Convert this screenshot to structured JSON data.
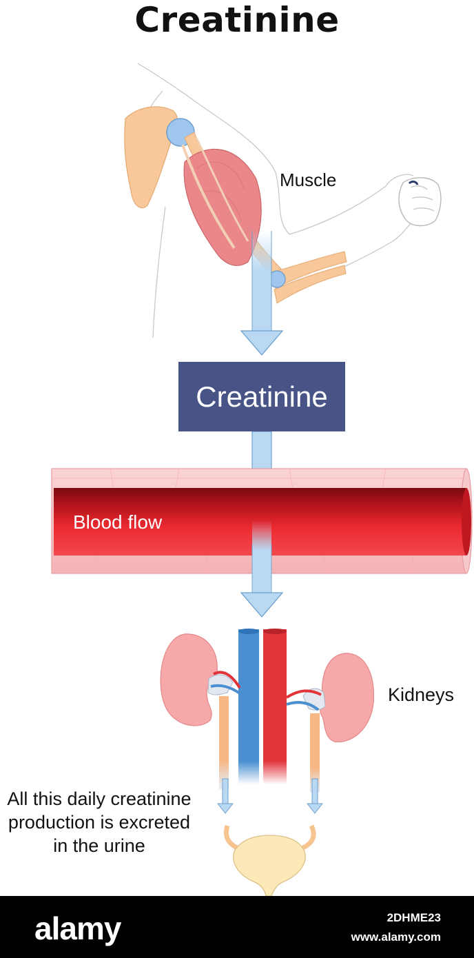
{
  "title": "Creatinine",
  "labels": {
    "muscle": "Muscle",
    "box": "Creatinine",
    "blood_flow": "Blood flow",
    "kidneys": "Kidneys",
    "excreted_line1": "All this daily creatinine",
    "excreted_line2": "production is excreted",
    "excreted_line3": "in the urine"
  },
  "watermark": {
    "brand": "alamy",
    "image_id": "2DHME23",
    "url": "www.alamy.com"
  },
  "colors": {
    "box": "#485486",
    "arrow": "#b9d8f2",
    "arrow_stroke": "#6d9fcd",
    "blood_dark": "#8a0d12",
    "blood_bright": "#ee2b32",
    "vessel_wall": "#f7c3c5",
    "kidney": "#f6a9a8",
    "vein": "#4a8fd0",
    "artery": "#e0353b",
    "bladder": "#fbe9b8",
    "muscle": "#e9878b",
    "bone": "#f8c89a"
  }
}
